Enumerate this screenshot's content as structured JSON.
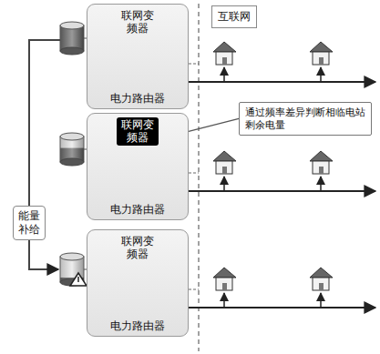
{
  "diagram": {
    "nodes": [
      {
        "text": [
          "联网变频器",
          "电力路由器"
        ]
      },
      {
        "text": [
          "联网变频器",
          "电力路由器"
        ]
      },
      {
        "text": [
          "联网变频器",
          "电力路由器"
        ]
      },
      {
        "text": [
          "互联网"
        ]
      },
      {
        "text": [
          "通过频率差异判断相临电站剩余电量"
        ]
      },
      {
        "text": [
          "能量补给"
        ]
      }
    ],
    "edges": [
      {
        "from": 4,
        "to": 1,
        "arrow": "none"
      }
    ]
  }
}
